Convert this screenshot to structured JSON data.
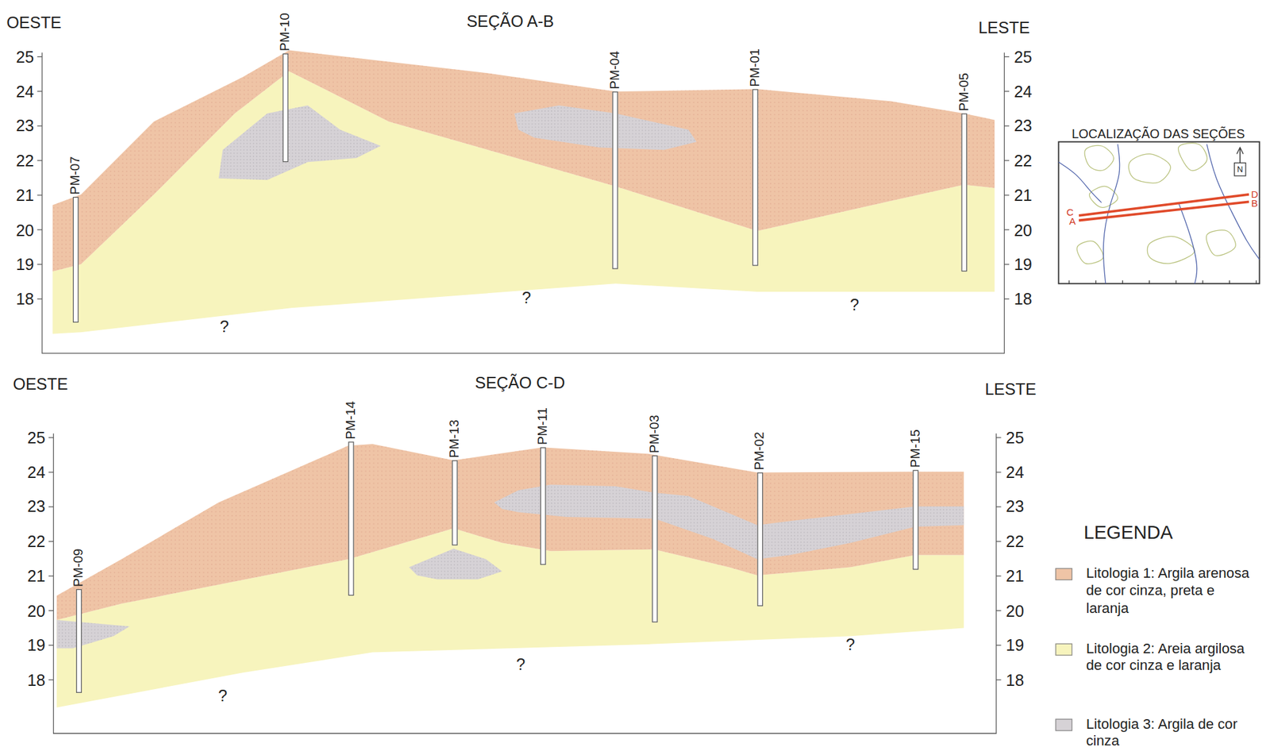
{
  "diagram": {
    "nodes": [
      {
        "text": [
          "PM-07"
        ]
      },
      {
        "text": [
          "PM-10"
        ]
      },
      {
        "text": [
          "PM-04"
        ]
      },
      {
        "text": [
          "PM-01"
        ]
      },
      {
        "text": [
          "PM-05"
        ]
      },
      {
        "text": [
          "PM-09"
        ]
      },
      {
        "text": [
          "PM-14"
        ]
      },
      {
        "text": [
          "PM-13"
        ]
      },
      {
        "text": [
          "PM-11"
        ]
      },
      {
        "text": [
          "PM-03"
        ]
      },
      {
        "text": [
          "PM-02"
        ]
      },
      {
        "text": [
          "PM-15"
        ]
      }
    ],
    "labels": [
      "OESTE",
      "SEÇÃO A-B",
      "LESTE",
      "25",
      "24",
      "23",
      "22",
      "21",
      "20",
      "19",
      "18",
      "25",
      "24",
      "23",
      "22",
      "21",
      "20",
      "19",
      "18",
      "?",
      "?",
      "?",
      "OESTE",
      "SEÇÃO C-D",
      "LESTE",
      "25",
      "24",
      "23",
      "22",
      "21",
      "20",
      "19",
      "18",
      "25",
      "24",
      "23",
      "22",
      "21",
      "20",
      "19",
      "18",
      "?",
      "?",
      "?",
      "LOCALIZAÇÃO DAS SEÇÕES",
      "N",
      "C",
      "A",
      "D",
      "B",
      "LEGENDA"
    ],
    "legend": [
      {
        "text": "Litologia 1: Argila arenosa de cor cinza, preta e laranja",
        "color": "#efc4a6"
      },
      {
        "text": "Litologia 2: Areia argilosa de cor cinza e laranja",
        "color": "#f7f4bd"
      },
      {
        "text": "Litologia 3: Argila de cor cinza",
        "color": "#d6d2d6"
      }
    ]
  }
}
